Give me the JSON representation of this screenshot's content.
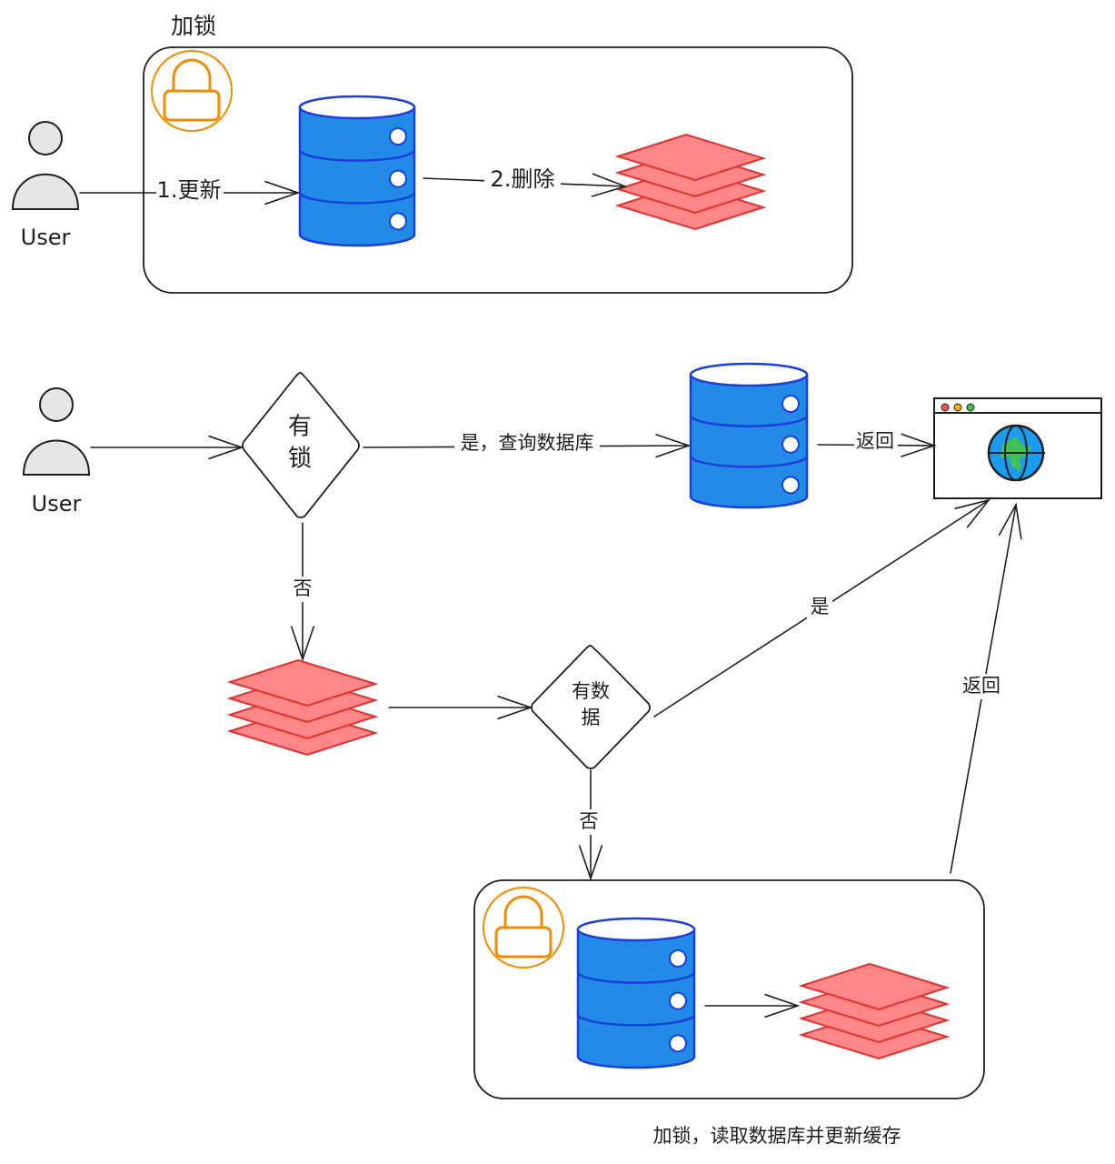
{
  "top_group": {
    "title": "加锁",
    "step1": "1.更新",
    "step2": "2.删除",
    "user": "User"
  },
  "flow": {
    "user": "User",
    "decision_lock": [
      "有",
      "锁"
    ],
    "yes_query_db": "是，查询数据库",
    "return_1": "返回",
    "no_1": "否",
    "decision_data": [
      "有数",
      "据"
    ],
    "yes_2": "是",
    "no_2": "否",
    "return_2": "返回"
  },
  "bottom_group": {
    "caption": "加锁，读取数据库并更新缓存"
  },
  "colors": {
    "database": "#1971c2",
    "database_fill": "#228be6",
    "cache_fill": "#ff8787",
    "cache_stroke": "#e03131",
    "lock": "#f08c00",
    "stroke": "#1e1e1e"
  },
  "icons": [
    "user-icon",
    "lock-icon",
    "database-icon",
    "cache-stack-icon",
    "browser-globe-icon"
  ]
}
